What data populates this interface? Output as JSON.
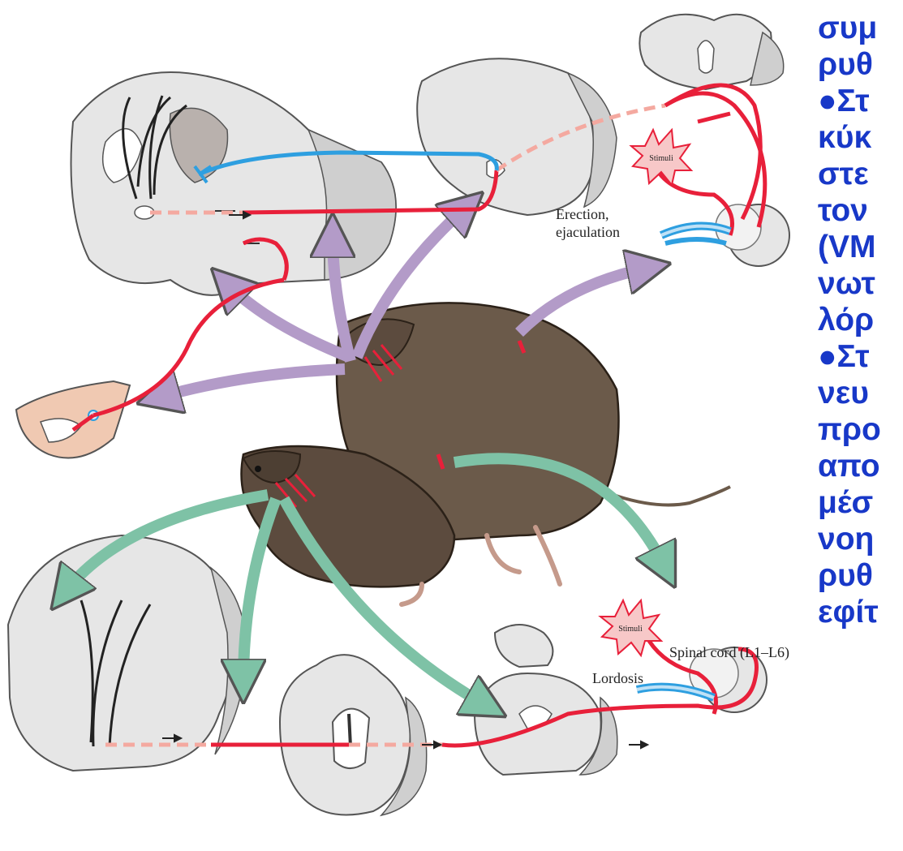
{
  "labels": {
    "erection": "Erection,",
    "ejaculation": "ejaculation",
    "lordosis": "Lordosis",
    "spinal_cord": "Spinal cord (L1–L6)",
    "stimuli_top": "Stimuli",
    "stimuli_bottom": "Stimuli"
  },
  "side_text": [
    "συμ",
    "ρυθ",
    "●Στ",
    "κύκ",
    "στε",
    "τον",
    "(VM",
    "νωτ",
    "λόρ",
    "●Στ",
    "νευ",
    "προ",
    "απο",
    "μέσ",
    "νοη",
    "ρυθ",
    "εφίτ"
  ],
  "colors": {
    "pathway_red": "#e8203a",
    "pathway_blue": "#2e9fe0",
    "arrow_purple": "#b39bc8",
    "arrow_green": "#7ec2a6",
    "rat_brown": "#6b5a4a",
    "section_gray": "#e6e6e6",
    "text_blue": "#1838c8"
  }
}
